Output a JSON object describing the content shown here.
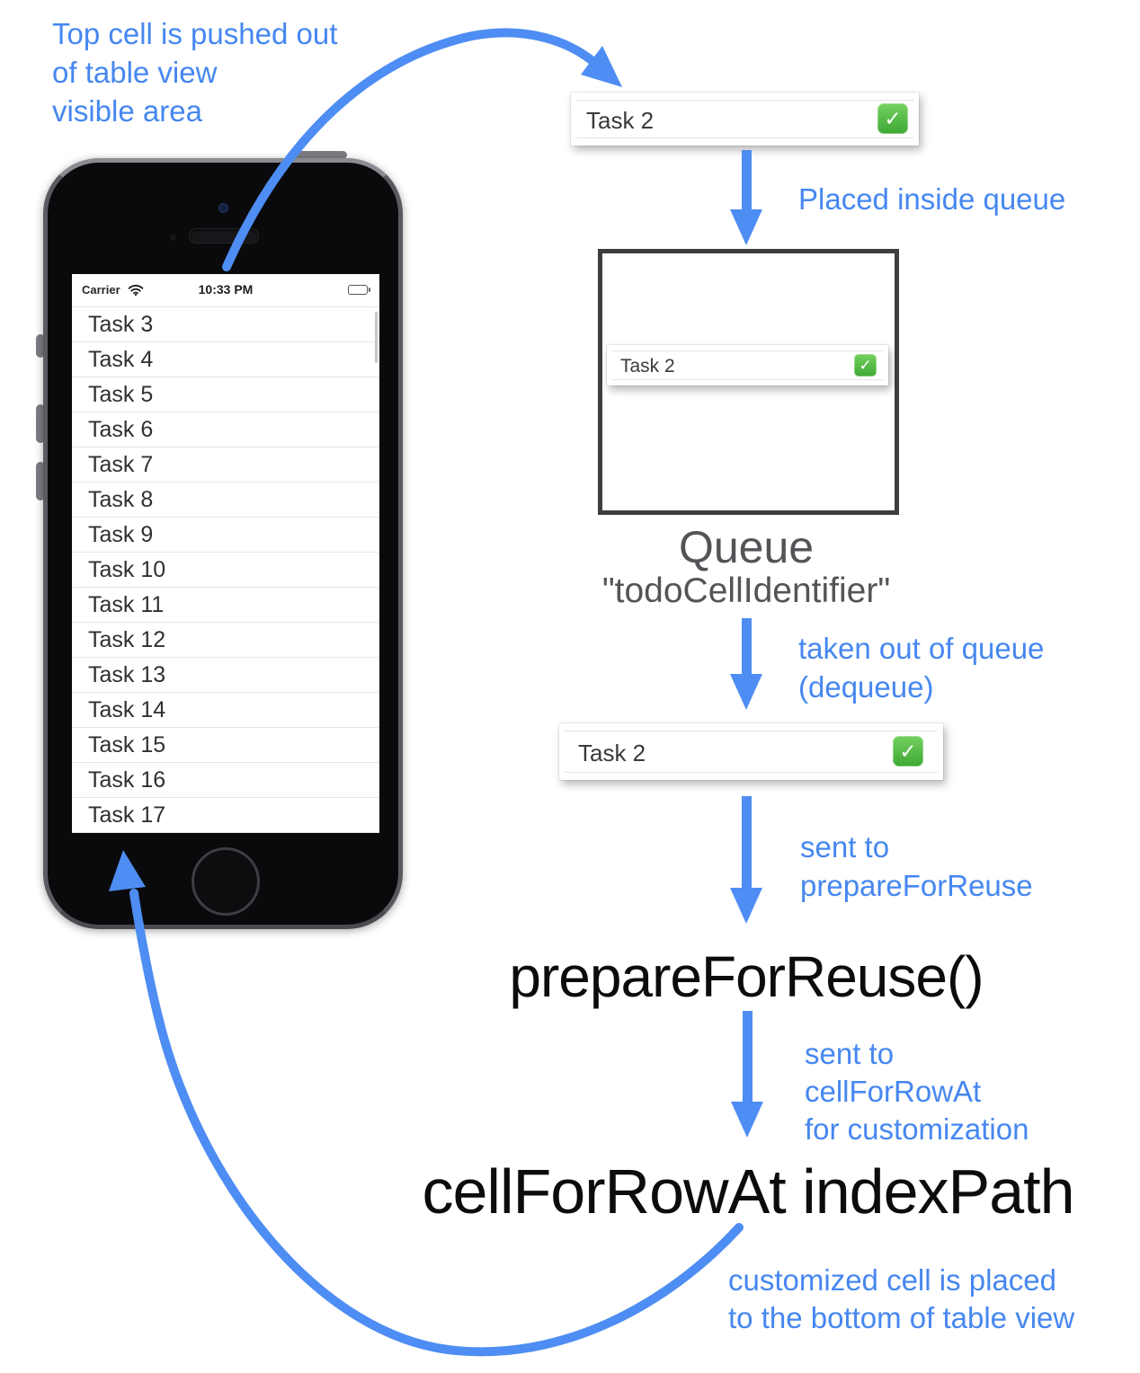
{
  "colors": {
    "annotation_blue": "#4687f0",
    "arrow_blue": "#4e8df3",
    "checkbox_green": "#47b43a",
    "method_text_black": "#0c0c0c",
    "queue_caption_gray": "#545458"
  },
  "annotations": {
    "pushed_out": [
      "Top cell is pushed out",
      "of table view",
      "visible area"
    ],
    "placed_inside_queue": "Placed inside queue",
    "taken_out": [
      "taken out of queue",
      "(dequeue)"
    ],
    "sent_to_prepare": [
      "sent to",
      "prepareForReuse"
    ],
    "sent_to_cellforrowat": [
      "sent to",
      "cellForRowAt",
      "for customization"
    ],
    "customized": [
      "customized cell is placed",
      "to the bottom of table view"
    ]
  },
  "phone": {
    "status_bar": {
      "carrier": "Carrier",
      "time": "10:33 PM"
    },
    "tasks": [
      "Task 3",
      "Task 4",
      "Task 5",
      "Task 6",
      "Task 7",
      "Task 8",
      "Task 9",
      "Task 10",
      "Task 11",
      "Task 12",
      "Task 13",
      "Task 14",
      "Task 15",
      "Task 16",
      "Task 17"
    ]
  },
  "cells": {
    "pushed": "Task 2",
    "queued": "Task 2",
    "dequeued": "Task 2"
  },
  "queue": {
    "title": "Queue",
    "identifier": "\"todoCellIdentifier\""
  },
  "methods": {
    "prepare_for_reuse": "prepareForReuse()",
    "cell_for_row_at": "cellForRowAt indexPath"
  }
}
